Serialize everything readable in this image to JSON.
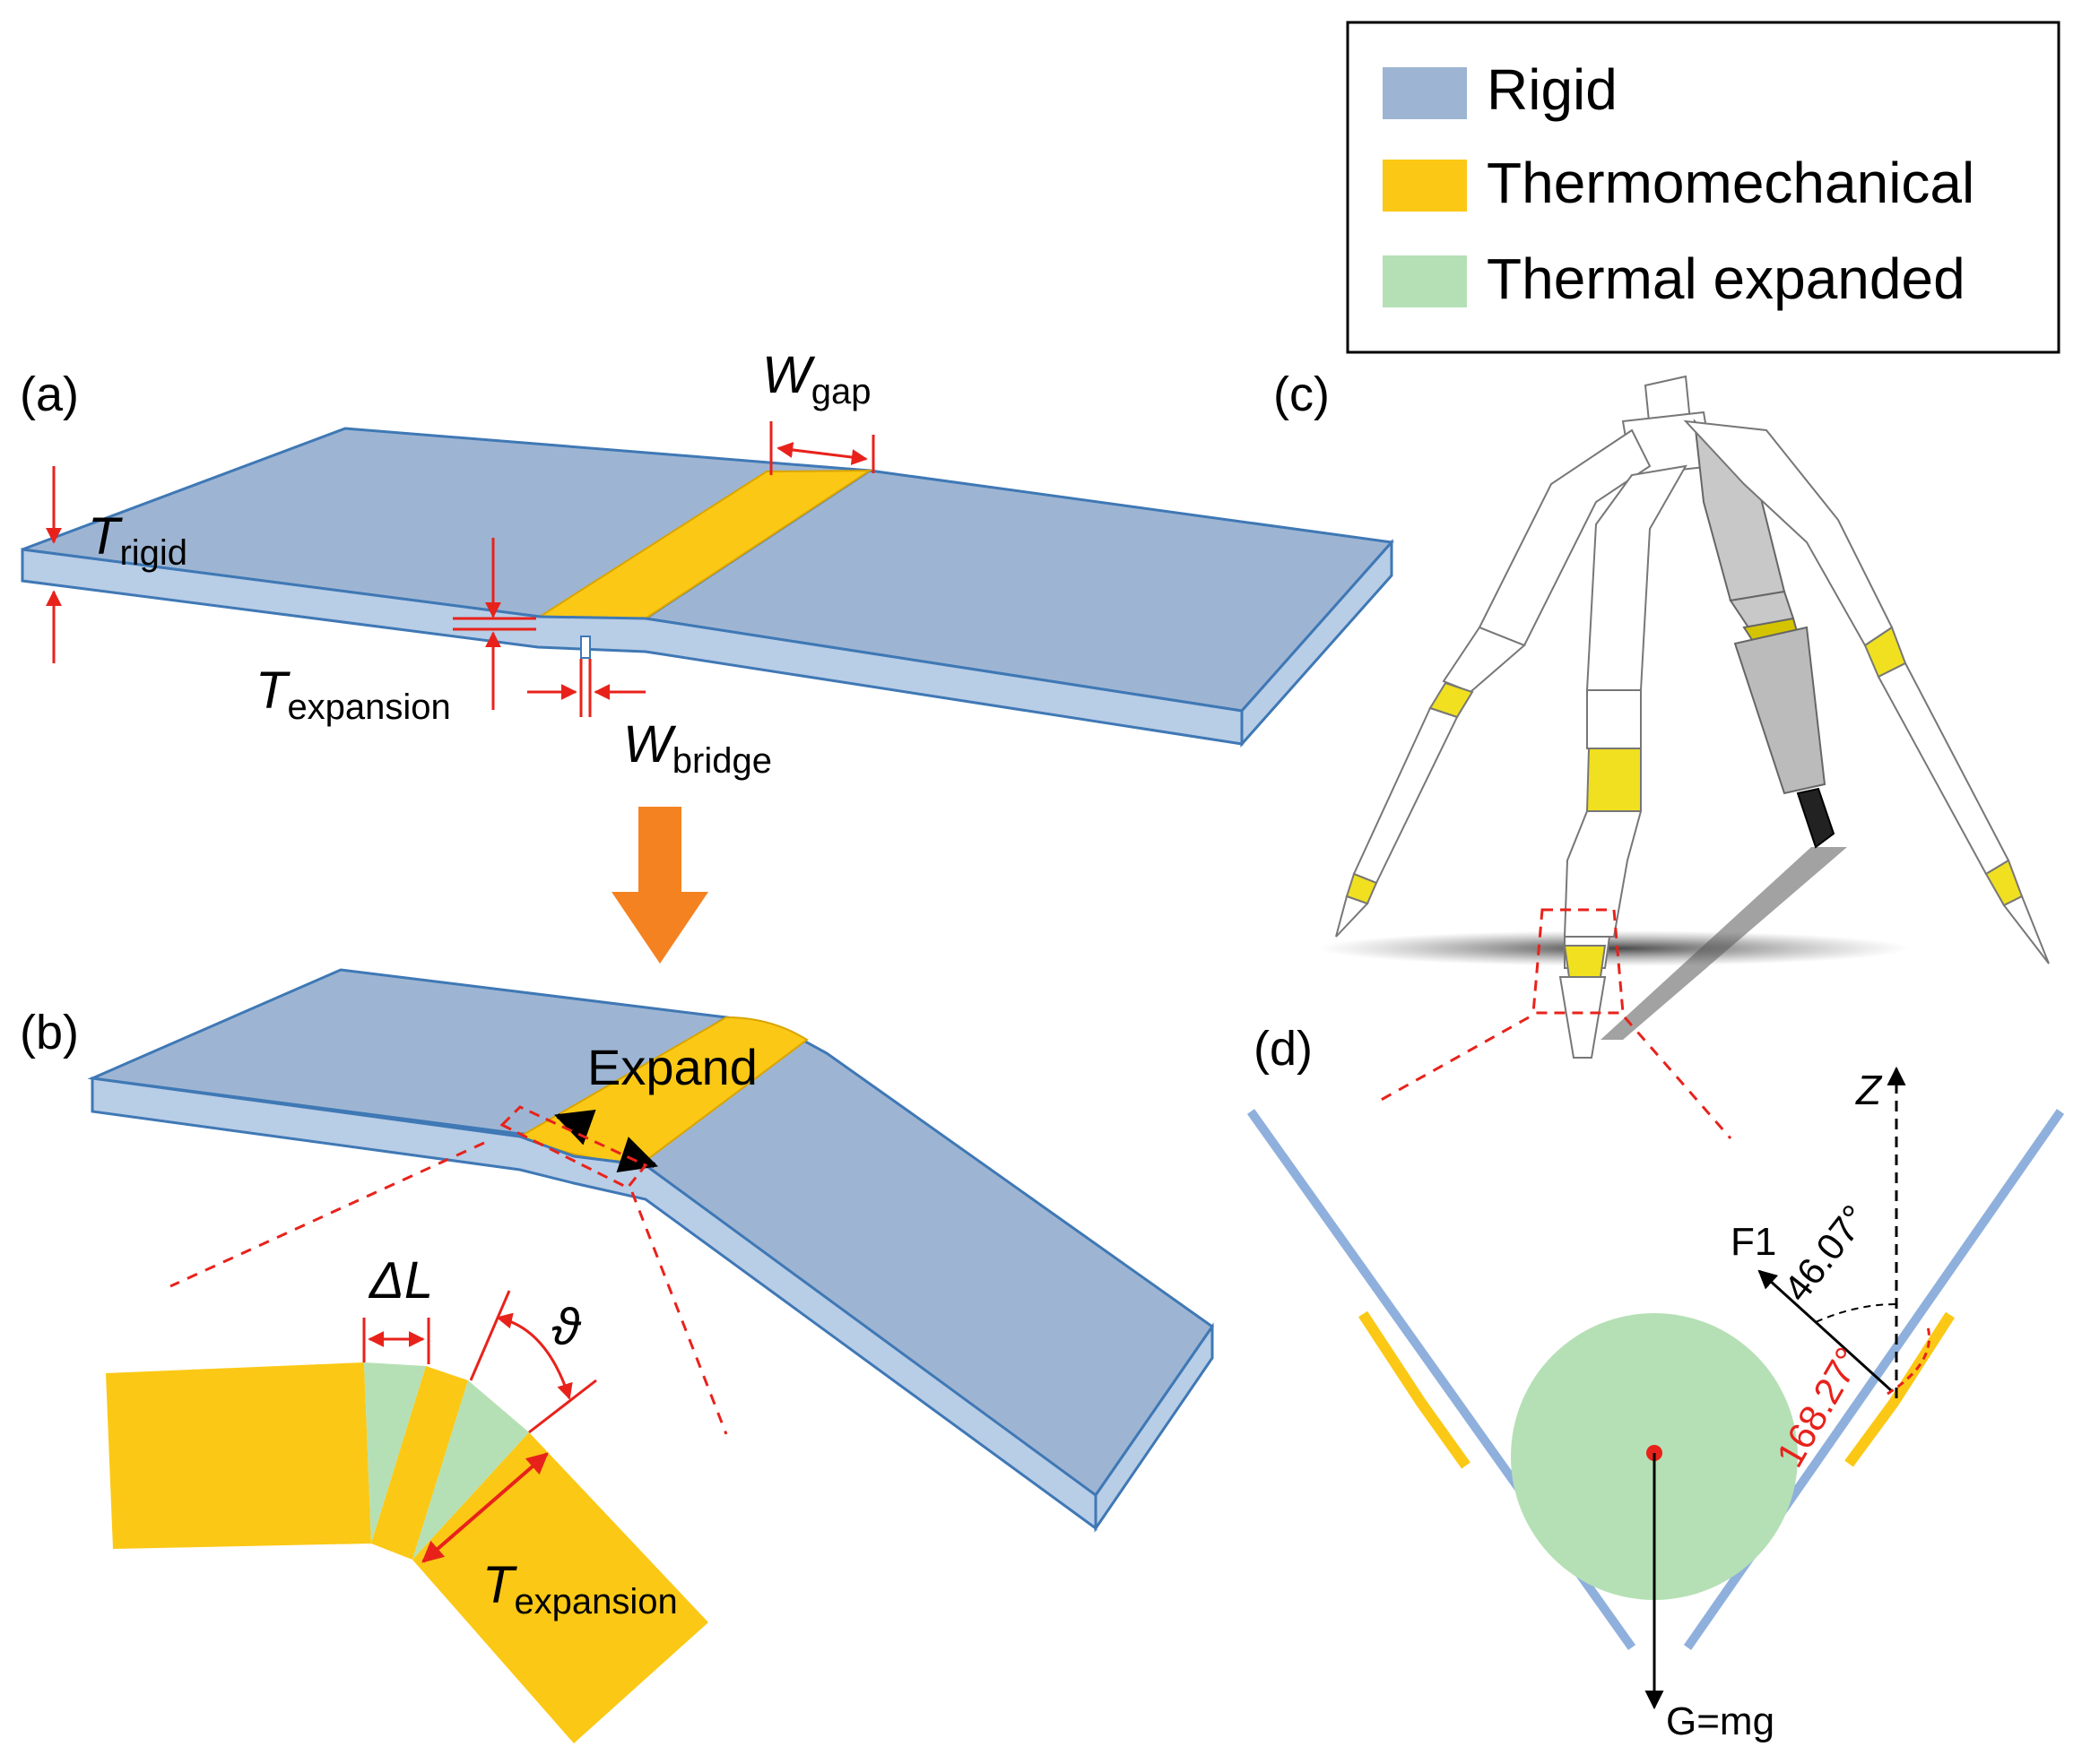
{
  "legend": {
    "items": [
      {
        "label": "Rigid",
        "color": "#9db5d3"
      },
      {
        "label": "Thermomechanical",
        "color": "#fbc815"
      },
      {
        "label": "Thermal expanded",
        "color": "#b5e0b5"
      }
    ]
  },
  "panels": {
    "a": "(a)",
    "b": "(b)",
    "c": "(c)",
    "d": "(d)"
  },
  "panel_a": {
    "t_rigid": {
      "main": "T",
      "sub": "rigid"
    },
    "w_gap": {
      "main": "W",
      "sub": "gap"
    },
    "t_expansion": {
      "main": "T",
      "sub": "expansion"
    },
    "w_bridge": {
      "main": "W",
      "sub": "bridge"
    }
  },
  "panel_b": {
    "expand": "Expand",
    "delta_l": "ΔL",
    "theta": "ϑ",
    "t_expansion": {
      "main": "T",
      "sub": "expansion"
    }
  },
  "panel_d": {
    "z": "Z",
    "f1": "F1",
    "angle1": "46.07°",
    "angle2": "168.27°",
    "gravity": "G=mg"
  },
  "colors": {
    "rigid": "#9db5d3",
    "rigid_side": "#b8cde6",
    "rigid_edge": "#3f78b5",
    "thermo": "#fbc815",
    "expanded": "#b5e0b5",
    "dim_red": "#e8221b",
    "arrow_orange": "#f58220",
    "leg_blue": "#8fb0dc"
  }
}
